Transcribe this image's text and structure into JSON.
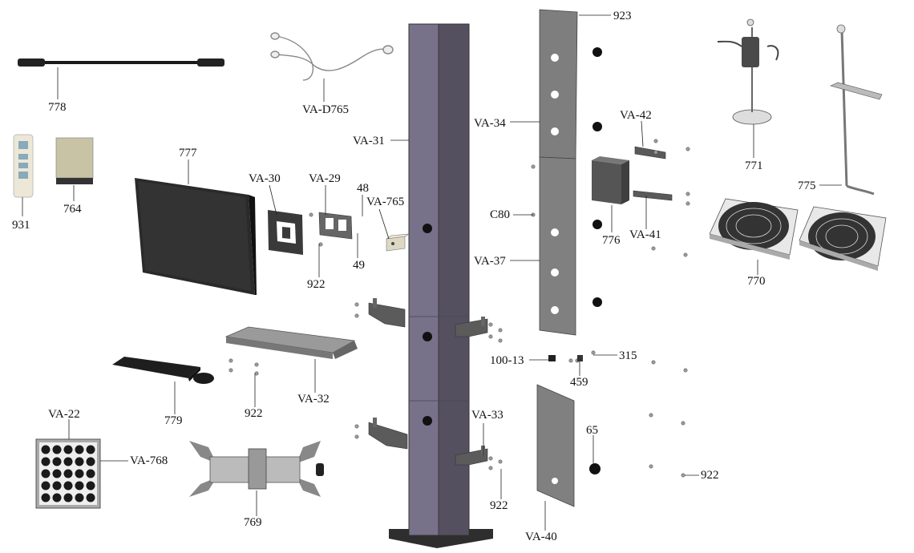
{
  "labels": {
    "l923": "923",
    "l778": "778",
    "lVA_D765": "VA-D765",
    "lVA_31": "VA-31",
    "lVA_34": "VA-34",
    "lVA_42": "VA-42",
    "l771": "771",
    "l775": "775",
    "l931": "931",
    "l764": "764",
    "l777": "777",
    "lVA_30": "VA-30",
    "lVA_29": "VA-29",
    "l48": "48",
    "lVA_765": "VA-765",
    "lC80": "C80",
    "l776": "776",
    "lVA_41": "VA-41",
    "l922_a": "922",
    "l49": "49",
    "lVA_37": "VA-37",
    "l770": "770",
    "l100_13": "100-13",
    "l315": "315",
    "l459": "459",
    "lVA_32": "VA-32",
    "l779": "779",
    "l922_b": "922",
    "lVA_22": "VA-22",
    "lVA_33": "VA-33",
    "l65": "65",
    "lVA_768": "VA-768",
    "l922_c": "922",
    "l922_d": "922",
    "l769": "769",
    "lVA_40": "VA-40"
  }
}
